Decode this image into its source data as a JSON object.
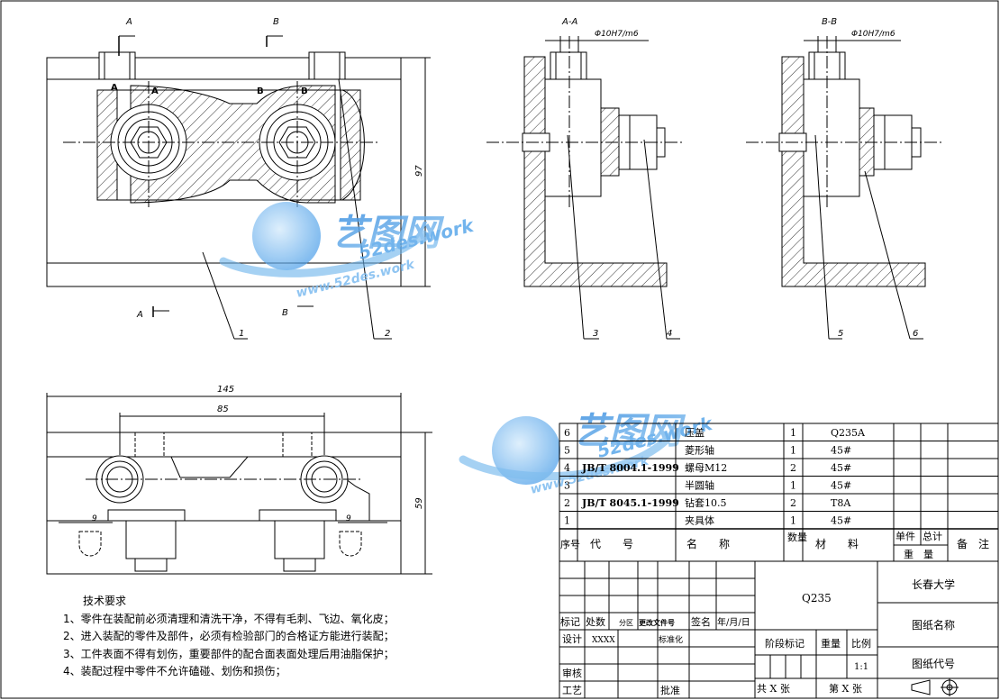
{
  "drawing": {
    "section_marks": {
      "a": "A",
      "b": "B"
    },
    "section_titles": {
      "aa": "A-A",
      "bb": "B-B"
    },
    "fit_note": "Φ10H7/m6",
    "dimensions": {
      "height_main": "97",
      "width_overall": "145",
      "width_inner": "85",
      "height_bottom": "59",
      "small_dim": "9"
    },
    "balloons": [
      "1",
      "2",
      "3",
      "4",
      "5",
      "6"
    ]
  },
  "watermark": {
    "brand": "艺图网",
    "domain": "52des.work",
    "url": "www.52des.work"
  },
  "bom": {
    "rows": [
      {
        "no": "6",
        "code": "",
        "name": "压盖",
        "qty": "1",
        "material": "Q235A"
      },
      {
        "no": "5",
        "code": "",
        "name": "菱形轴",
        "qty": "1",
        "material": "45#"
      },
      {
        "no": "4",
        "code": "JB/T 8004.1-1999",
        "name": "螺母M12",
        "qty": "2",
        "material": "45#"
      },
      {
        "no": "3",
        "code": "",
        "name": "半圆轴",
        "qty": "1",
        "material": "45#"
      },
      {
        "no": "2",
        "code": "JB/T 8045.1-1999",
        "name": "钻套10.5",
        "qty": "2",
        "material": "T8A"
      },
      {
        "no": "1",
        "code": "",
        "name": "夹具体",
        "qty": "1",
        "material": "45#"
      }
    ],
    "header": {
      "no": "序号",
      "code": "代　　号",
      "name": "名　　称",
      "qty": "数量",
      "material": "材　　料",
      "unit": "单件",
      "total": "总计",
      "weight": "重　量",
      "remark": "备　注"
    }
  },
  "title_block": {
    "material": "Q235",
    "school": "长春大学",
    "drawing_name": "图纸名称",
    "drawing_code": "图纸代号",
    "stage_mark": "阶段标记",
    "weight": "重量",
    "scale": "比例",
    "scale_value": "1:1",
    "total_sheets": "共 X 张",
    "sheet_no": "第 X 张",
    "labels": {
      "mark": "标记",
      "count": "处数",
      "zone": "分区",
      "change_doc": "更改文件号",
      "sign": "签名",
      "date": "年/月/日",
      "design": "设计",
      "design_by": "XXXX",
      "standard": "标准化",
      "review": "审核",
      "process": "工艺",
      "approve": "批准"
    }
  },
  "tech_requirements": {
    "title": "技术要求",
    "items": [
      "1、零件在装配前必须清理和清洗干净，不得有毛刺、飞边、氧化皮；",
      "2、进入装配的零件及部件，必须有检验部门的合格证方能进行装配；",
      "3、工件表面不得有划伤，重要部件的配合面表面处理后用油脂保护；",
      "4、装配过程中零件不允许磕碰、划伤和损伤；"
    ]
  }
}
